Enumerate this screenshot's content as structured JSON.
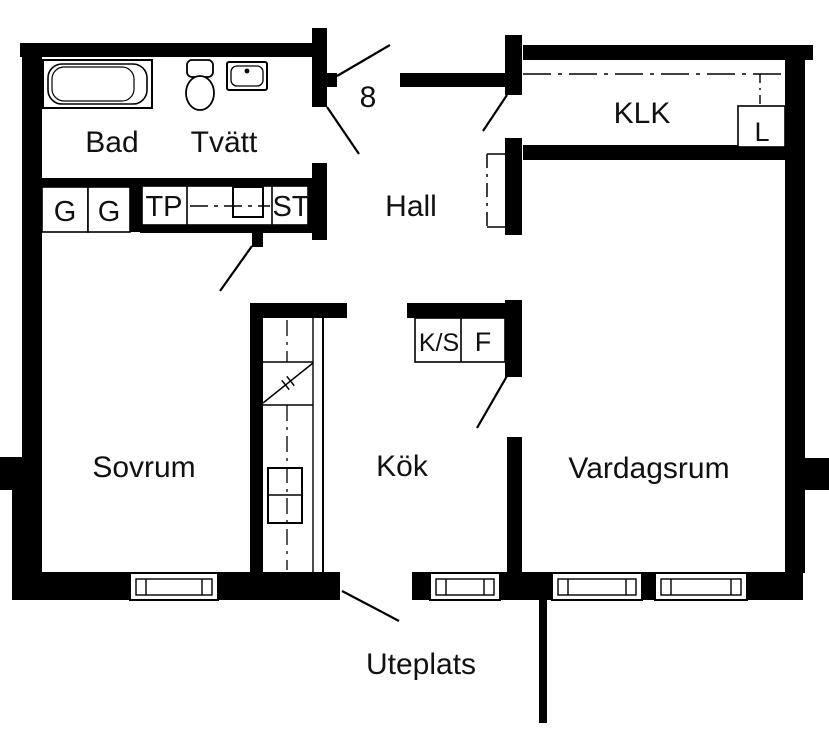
{
  "floorplan": {
    "rooms": {
      "bathroom": "Bad",
      "laundry": "Tvätt",
      "hall": "Hall",
      "closet": "KLK",
      "bedroom": "Sovrum",
      "kitchen": "Kök",
      "living_room": "Vardagsrum",
      "patio": "Uteplats"
    },
    "labels": {
      "unit_number": "8",
      "wardrobe_1": "G",
      "wardrobe_2": "G",
      "drying_cabinet": "TP",
      "cleaning_cabinet": "ST",
      "fridge_cooler": "K/S",
      "freezer": "F",
      "linen_cabinet": "L"
    },
    "colors": {
      "wall": "#000000",
      "background": "#ffffff",
      "text": "#111111"
    }
  }
}
